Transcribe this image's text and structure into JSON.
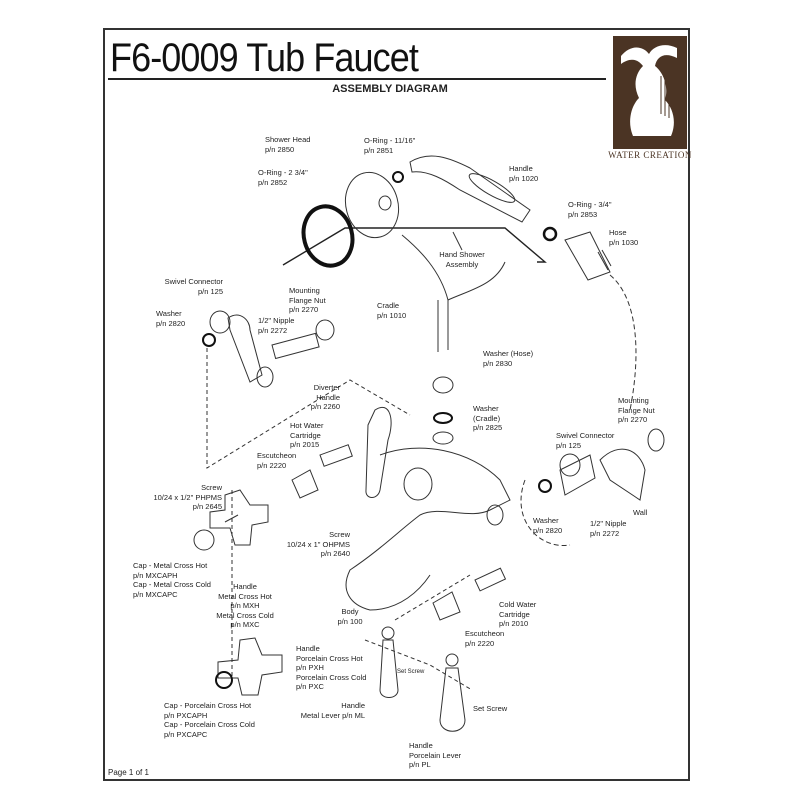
{
  "header": {
    "title": "F6-0009 Tub Faucet",
    "subtitle": "ASSEMBLY DIAGRAM"
  },
  "logo": {
    "text": "WATER CREATION",
    "color": "#4b3424"
  },
  "labels": {
    "shower_head": [
      "Shower Head",
      "p/n 2850"
    ],
    "oring_1116": [
      "O-Ring - 11/16\"",
      "p/n 2851"
    ],
    "oring_234": [
      "O-Ring - 2 3/4\"",
      "p/n 2852"
    ],
    "handle_1020": [
      "Handle",
      "p/n 1020"
    ],
    "oring_34": [
      "O-Ring - 3/4\"",
      "p/n 2853"
    ],
    "hose": [
      "Hose",
      "p/n 1030"
    ],
    "hand_shower": [
      "Hand Shower",
      "Assembly"
    ],
    "swivel_left": [
      "Swivel Connector",
      "p/n 125"
    ],
    "washer_left": [
      "Washer",
      "p/n 2820"
    ],
    "flange_left": [
      "Mounting",
      "Flange Nut",
      "p/n 2270"
    ],
    "nipple_left": [
      "1/2\" Nipple",
      "p/n 2272"
    ],
    "cradle": [
      "Cradle",
      "p/n 1010"
    ],
    "washer_hose": [
      "Washer (Hose)",
      "p/n 2830"
    ],
    "diverter": [
      "Diverter",
      "Handle",
      "p/n 2260"
    ],
    "washer_cradle": [
      "Washer",
      "(Cradle)",
      "p/n 2825"
    ],
    "flange_right": [
      "Mounting",
      "Flange Nut",
      "p/n 2270"
    ],
    "hot_cartridge": [
      "Hot Water",
      "Cartridge",
      "p/n 2015"
    ],
    "swivel_right": [
      "Swivel Connector",
      "p/n 125"
    ],
    "escutcheon_hot": [
      "Escutcheon",
      "p/n 2220"
    ],
    "screw_2645": [
      "Screw",
      "10/24 x 1/2\" PHPMS",
      "p/n 2645"
    ],
    "wall": [
      "Wall"
    ],
    "washer_right": [
      "Washer",
      "p/n 2820"
    ],
    "nipple_right": [
      "1/2\" Nipple",
      "p/n 2272"
    ],
    "screw_2640": [
      "Screw",
      "10/24 x 1\" OHPMS",
      "p/n 2640"
    ],
    "cap_metal": [
      "Cap - Metal Cross Hot",
      "p/n MXCAPH",
      "Cap - Metal Cross Cold",
      "p/n MXCAPC"
    ],
    "handle_metal_cross": [
      "Handle",
      "Metal Cross Hot",
      "p/n MXH",
      "Metal Cross Cold",
      "p/n MXC"
    ],
    "body": [
      "Body",
      "p/n 100"
    ],
    "cold_cartridge": [
      "Cold Water",
      "Cartridge",
      "p/n 2010"
    ],
    "escutcheon_cold": [
      "Escutcheon",
      "p/n 2220"
    ],
    "handle_porcelain_cross": [
      "Handle",
      "Porcelain Cross Hot",
      "p/n PXH",
      "Porcelain Cross Cold",
      "p/n PXC"
    ],
    "set_screw_small": [
      "Set Screw"
    ],
    "cap_porcelain": [
      "Cap - Porcelain Cross Hot",
      "p/n PXCAPH",
      "Cap - Porcelain Cross Cold",
      "p/n PXCAPC"
    ],
    "handle_metal_lever": [
      "Handle",
      "Metal Lever p/n ML"
    ],
    "set_screw": [
      "Set Screw"
    ],
    "handle_porcelain_lever": [
      "Handle",
      "Porcelain Lever",
      "p/n PL"
    ]
  },
  "footer": {
    "page": "Page 1 of 1"
  }
}
